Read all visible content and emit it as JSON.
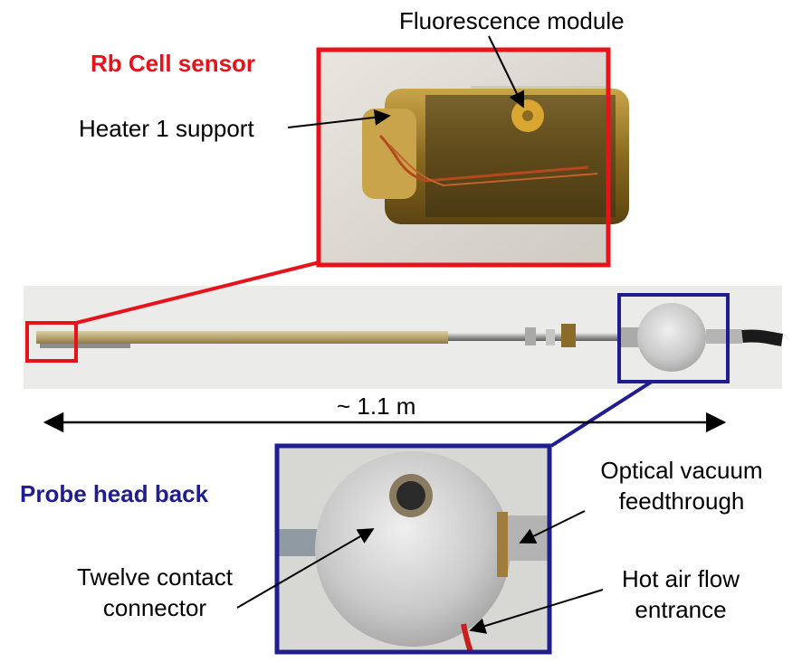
{
  "colors": {
    "red": "#e8121a",
    "blue": "#1f1d8f"
  },
  "titles": {
    "rb_cell": "Rb Cell sensor",
    "probe_head": "Probe head back"
  },
  "labels": {
    "fluorescence": "Fluorescence module",
    "heater": "Heater 1 support",
    "length": "~ 1.1 m",
    "optical_line1": "Optical vacuum",
    "optical_line2": "feedthrough",
    "twelve_line1": "Twelve contact",
    "twelve_line2": "connector",
    "hotair_line1": "Hot air flow",
    "hotair_line2": "entrance"
  }
}
